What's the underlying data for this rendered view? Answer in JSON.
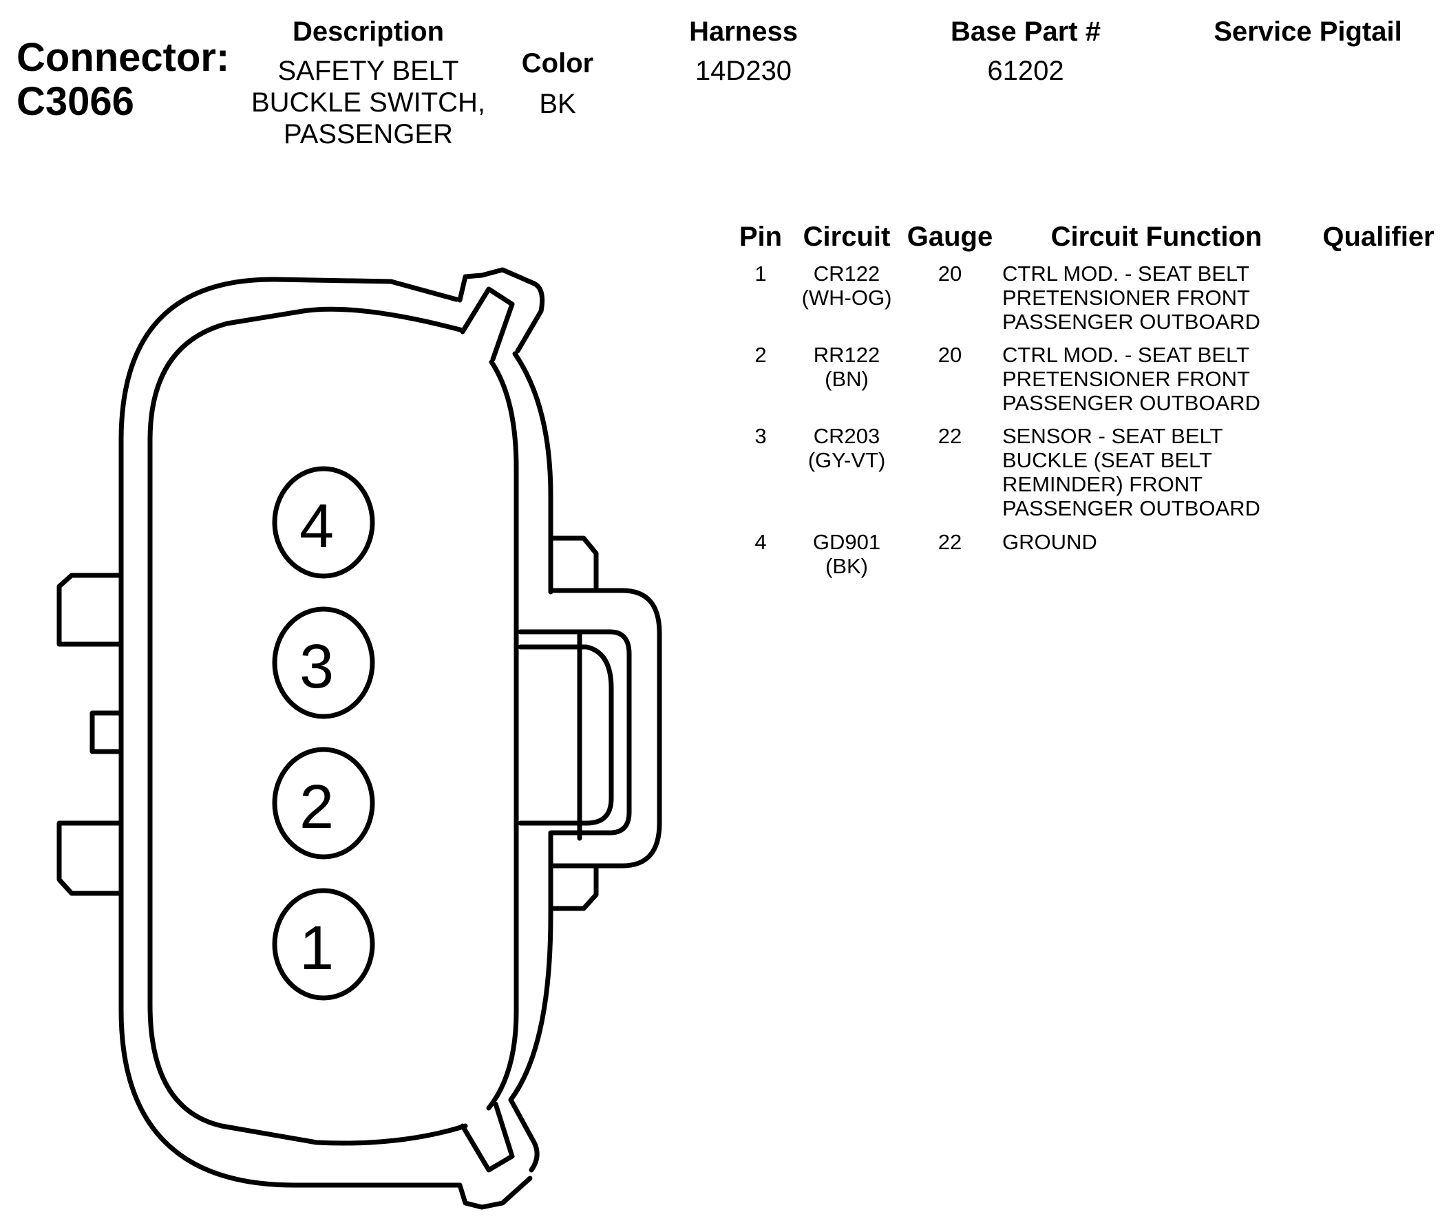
{
  "connector": {
    "label": "Connector:",
    "id": "C3066"
  },
  "header": {
    "description": {
      "label": "Description",
      "lines": [
        "SAFETY BELT",
        "BUCKLE SWITCH,",
        "PASSENGER"
      ]
    },
    "color": {
      "label": "Color",
      "value": "BK"
    },
    "harness": {
      "label": "Harness",
      "value": "14D230"
    },
    "base_part": {
      "label": "Base Part #",
      "value": "61202"
    },
    "service_pigtail": {
      "label": "Service Pigtail",
      "value": ""
    }
  },
  "pin_table": {
    "columns": [
      "Pin",
      "Circuit",
      "Gauge",
      "Circuit Function",
      "Qualifier"
    ],
    "rows": [
      {
        "pin": "1",
        "circuit": "CR122",
        "wire": "(WH-OG)",
        "gauge": "20",
        "function": [
          "CTRL MOD. - SEAT BELT",
          "PRETENSIONER FRONT",
          "PASSENGER OUTBOARD"
        ],
        "qualifier": ""
      },
      {
        "pin": "2",
        "circuit": "RR122",
        "wire": "(BN)",
        "gauge": "20",
        "function": [
          "CTRL MOD. - SEAT BELT",
          "PRETENSIONER FRONT",
          "PASSENGER OUTBOARD"
        ],
        "qualifier": ""
      },
      {
        "pin": "3",
        "circuit": "CR203",
        "wire": "(GY-VT)",
        "gauge": "22",
        "function": [
          "SENSOR - SEAT BELT",
          "BUCKLE (SEAT BELT",
          "REMINDER) FRONT",
          "PASSENGER OUTBOARD"
        ],
        "qualifier": ""
      },
      {
        "pin": "4",
        "circuit": "GD901",
        "wire": "(BK)",
        "gauge": "22",
        "function": [
          "GROUND"
        ],
        "qualifier": ""
      }
    ]
  },
  "diagram": {
    "pin_labels": [
      "4",
      "3",
      "2",
      "1"
    ]
  }
}
